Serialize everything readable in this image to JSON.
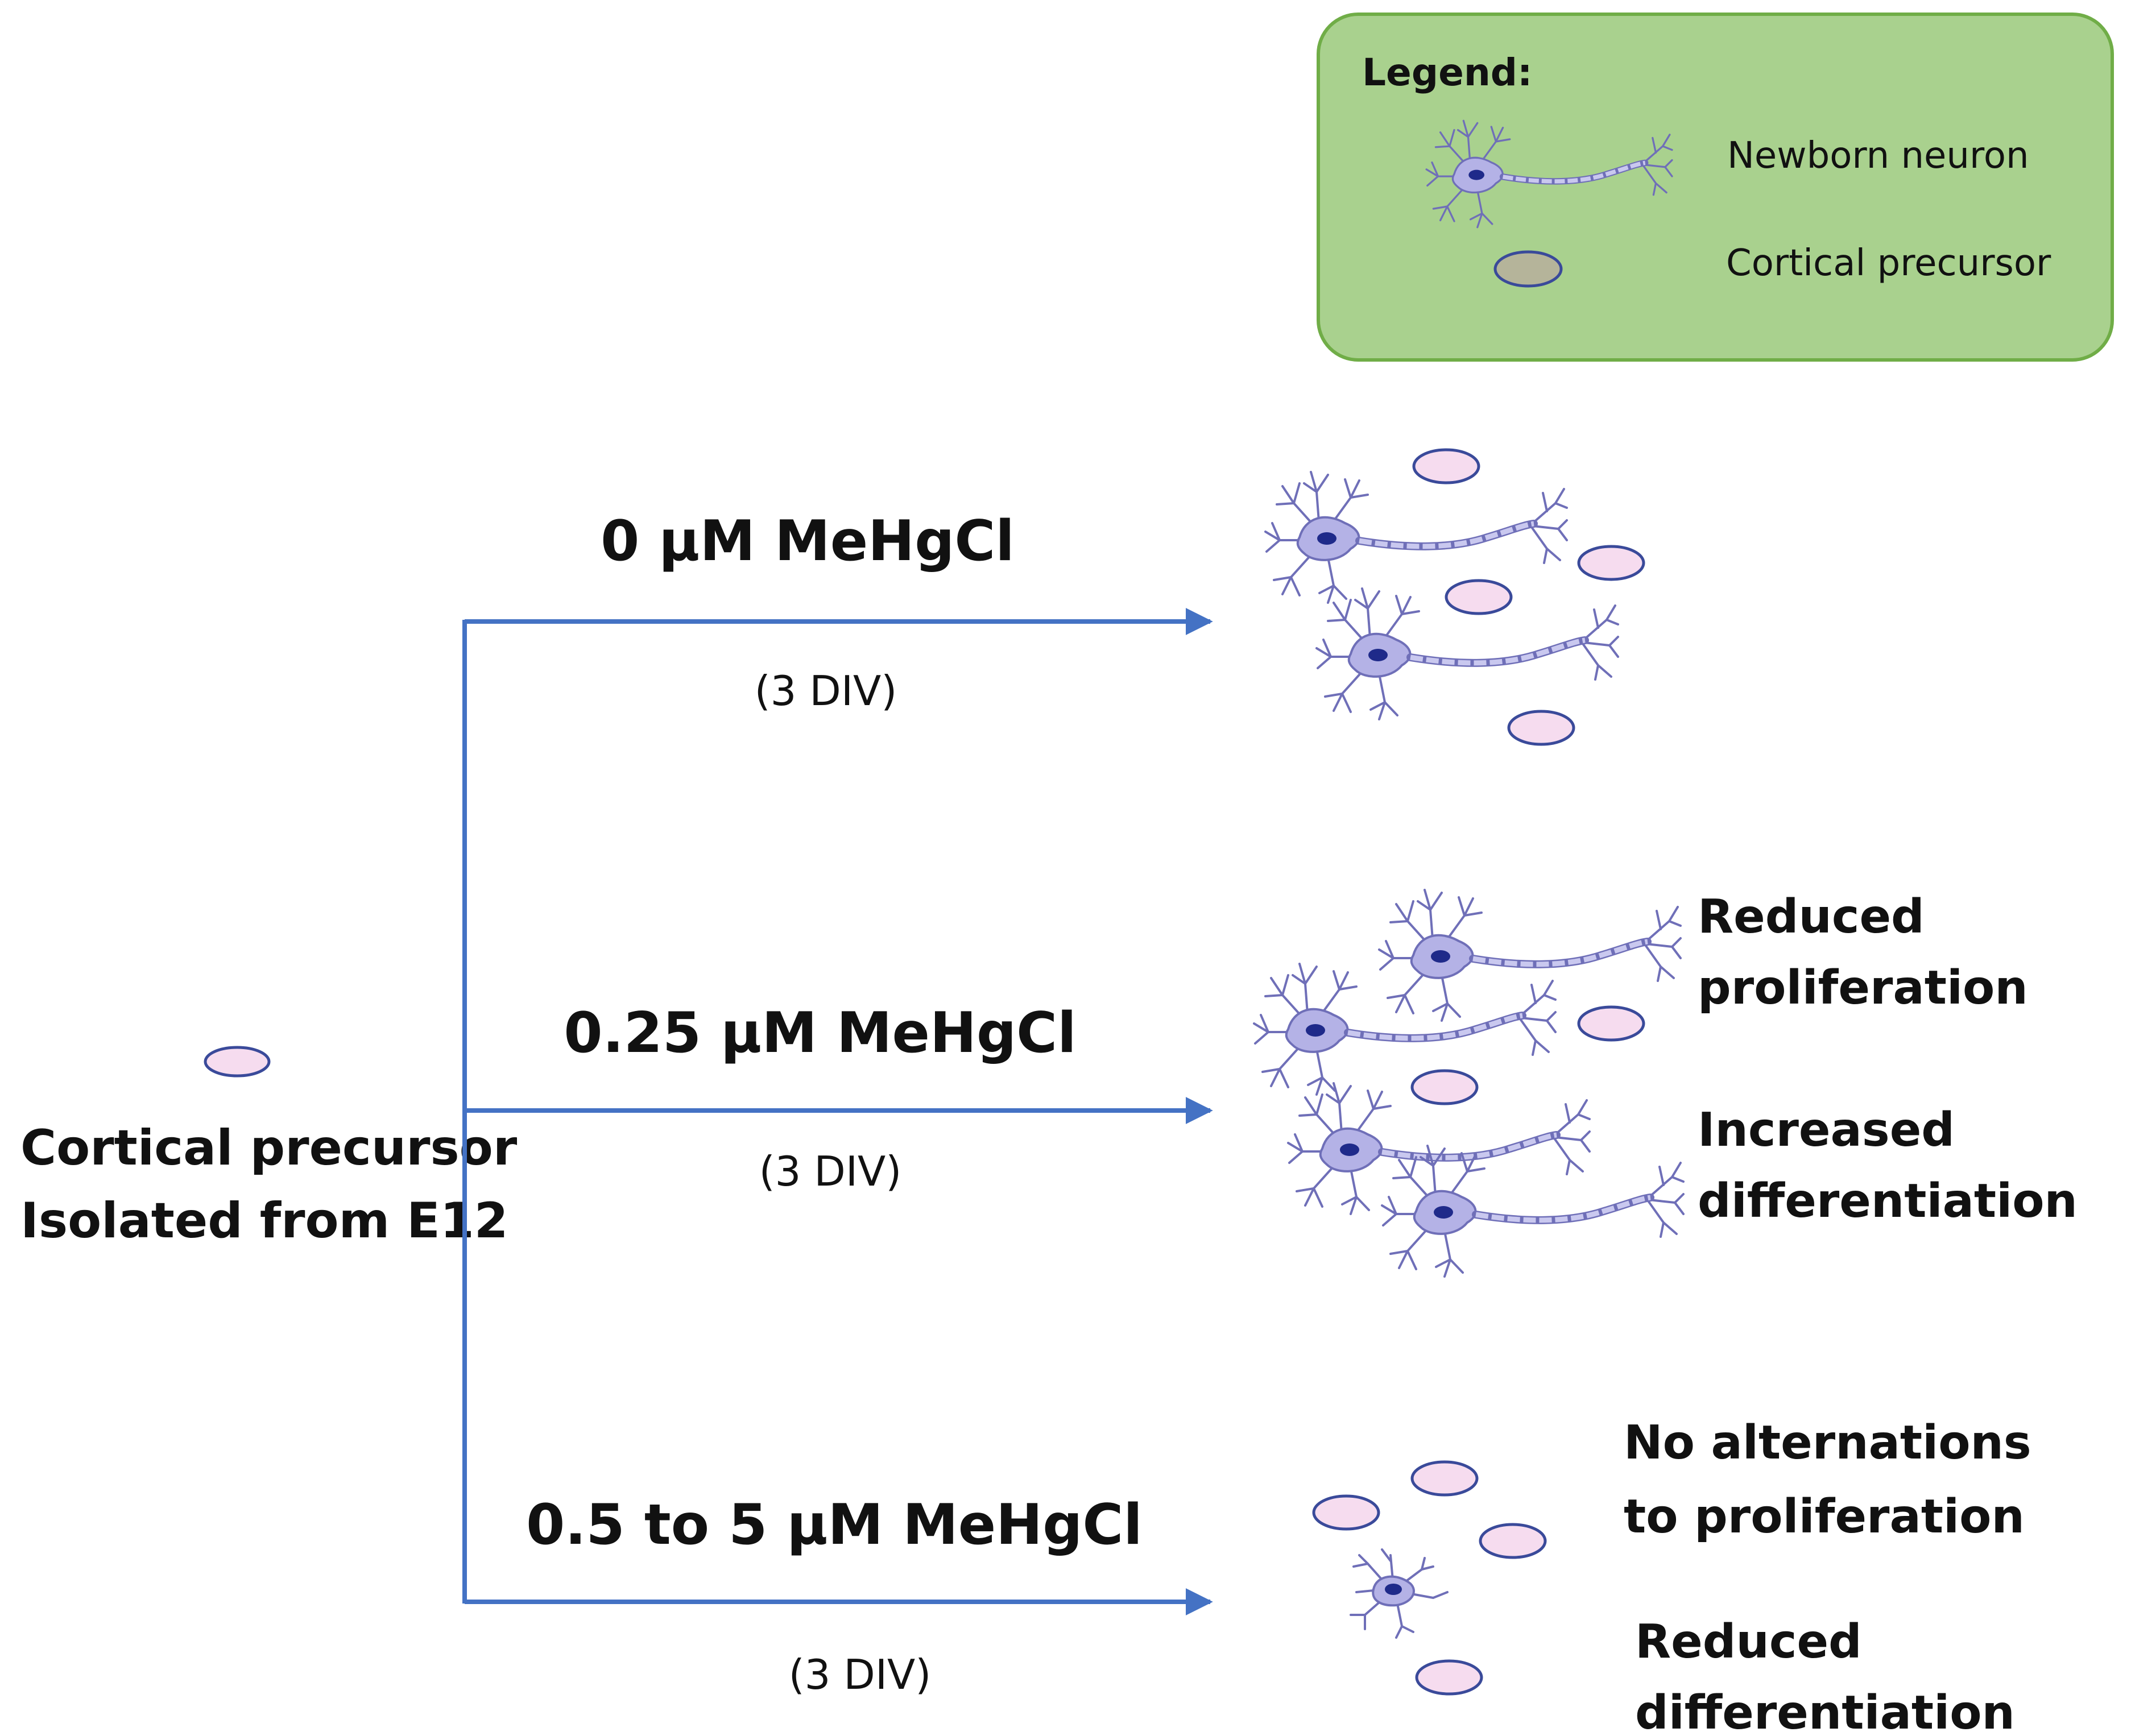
{
  "legend": {
    "title": "Legend:",
    "items": [
      {
        "label": "Newborn neuron",
        "icon": "neuron-icon"
      },
      {
        "label": "Cortical precursor",
        "icon": "precursor-cell-icon"
      }
    ],
    "background": "#a9d18e",
    "border": "#70ad47"
  },
  "source": {
    "line1": "Cortical precursor",
    "line2": "Isolated from E12"
  },
  "branches": [
    {
      "condition": "0 μM MeHgCl",
      "duration": "(3 DIV)",
      "outcome": []
    },
    {
      "condition": "0.25 μM MeHgCl",
      "duration": "(3 DIV)",
      "outcome": [
        [
          "Reduced",
          "proliferation"
        ],
        [
          "Increased",
          "differentiation"
        ]
      ]
    },
    {
      "condition": "0.5 to 5 μM MeHgCl",
      "duration": "(3 DIV)",
      "outcome": [
        [
          "No alternations",
          "to proliferation"
        ],
        [
          "Reduced",
          "differentiation"
        ]
      ]
    }
  ],
  "colors": {
    "arrow": "#4472c4",
    "neuron_fill": "#b4b2e6",
    "neuron_stroke": "#6f6fb8",
    "nucleus": "#1f2a8a",
    "precursor_fill": "#f6dcef",
    "precursor_stroke": "#3a4a9a",
    "legend_precursor_fill": "#b5b49a"
  }
}
